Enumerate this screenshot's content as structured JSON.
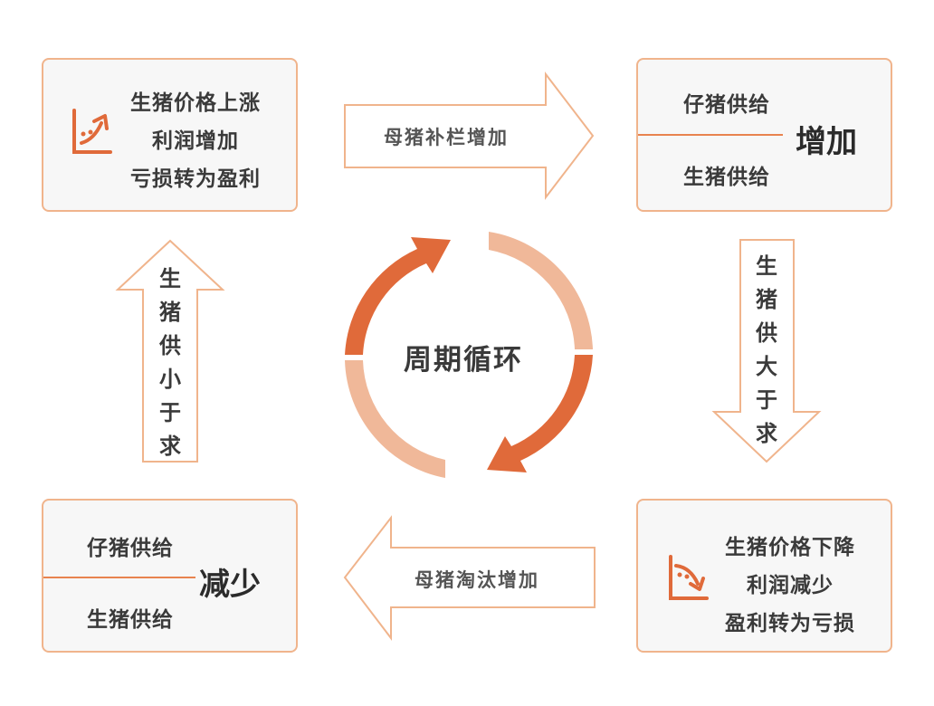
{
  "colors": {
    "accent": "#e06a3a",
    "accent_light": "#f0b899",
    "panel_border": "#f0b48c",
    "panel_fill": "#f7f7f7"
  },
  "top_left": {
    "icon": "rising-trend-icon",
    "lines": [
      "生猪价格上涨",
      "利润增加",
      "亏损转为盈利"
    ]
  },
  "top_right": {
    "upper": "仔猪供给",
    "lower": "生猪供给",
    "result": "增加"
  },
  "bottom_right": {
    "icon": "falling-trend-icon",
    "lines": [
      "生猪价格下降",
      "利润减少",
      "盈利转为亏损"
    ]
  },
  "bottom_left": {
    "upper": "仔猪供给",
    "lower": "生猪供给",
    "result": "减少"
  },
  "arrows": {
    "top": "母猪补栏增加",
    "bottom": "母猪淘汰增加",
    "right": [
      "生",
      "猪",
      "供",
      "大",
      "于",
      "求"
    ],
    "left": [
      "生",
      "猪",
      "供",
      "小",
      "于",
      "求"
    ]
  },
  "center": {
    "label": "周期循环"
  }
}
